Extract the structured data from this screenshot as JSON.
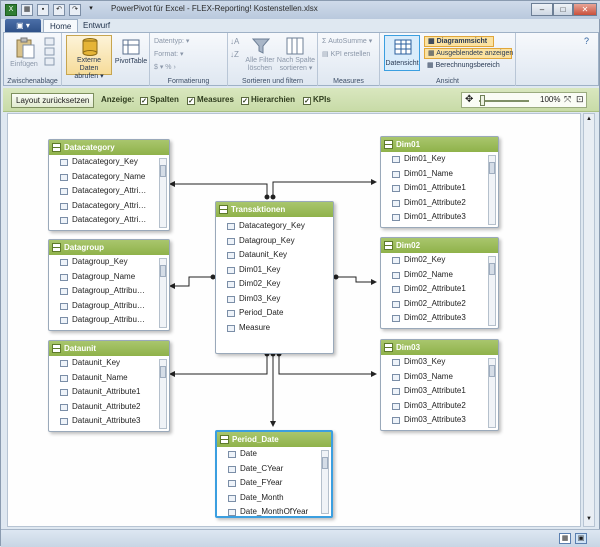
{
  "window": {
    "title": "PowerPivot für Excel - FLEX-Reporting! Kostenstellen.xlsx",
    "btn_min": "–",
    "btn_max": "□",
    "btn_close": "✕"
  },
  "tabs": {
    "file": "▣ ▾",
    "home": "Home",
    "design": "Entwurf"
  },
  "ribbon": {
    "paste": "Einfügen",
    "clipboard_group": "Zwischenablage",
    "external_data": "Externe Daten abrufen ▾",
    "pivottable": "PivotTable",
    "datatype": "Datentyp: ▾",
    "format": "Format: ▾",
    "numfmt": "$ ▾ %  ›",
    "formatting_group": "Formatierung",
    "clear_filters": "Alle Filter löschen",
    "sort_column": "Nach Spalte sortieren ▾",
    "sort_group": "Sortieren und filtern",
    "autosum": "AutoSumme ▾",
    "kpi": "KPI erstellen",
    "measures_group": "Measures",
    "data_view": "Datensicht",
    "diagram_view": "Diagrammsicht",
    "show_hidden": "Ausgeblendete anzeigen",
    "calc_area": "Berechnungsbereich",
    "view_group": "Ansicht"
  },
  "toolbar": {
    "reset": "Layout zurücksetzen",
    "show_label": "Anzeige:",
    "columns": "Spalten",
    "measures": "Measures",
    "hierarchies": "Hierarchien",
    "kpis": "KPIs",
    "check": "✓",
    "zoom": "100%"
  },
  "tables": {
    "datacategory": {
      "name": "Datacategory",
      "fields": [
        "Datacategory_Key",
        "Datacategory_Name",
        "Datacategory_Attri…",
        "Datacategory_Attri…",
        "Datacategory_Attri…"
      ]
    },
    "datagroup": {
      "name": "Datagroup",
      "fields": [
        "Datagroup_Key",
        "Datagroup_Name",
        "Datagroup_Attribu…",
        "Datagroup_Attribu…",
        "Datagroup_Attribu…"
      ]
    },
    "dataunit": {
      "name": "Dataunit",
      "fields": [
        "Dataunit_Key",
        "Dataunit_Name",
        "Dataunit_Attribute1",
        "Dataunit_Attribute2",
        "Dataunit_Attribute3"
      ]
    },
    "transaktionen": {
      "name": "Transaktionen",
      "fields": [
        "Datacategory_Key",
        "Datagroup_Key",
        "Dataunit_Key",
        "Dim01_Key",
        "Dim02_Key",
        "Dim03_Key",
        "Period_Date",
        "Measure"
      ]
    },
    "dim01": {
      "name": "Dim01",
      "fields": [
        "Dim01_Key",
        "Dim01_Name",
        "Dim01_Attribute1",
        "Dim01_Attribute2",
        "Dim01_Attribute3"
      ]
    },
    "dim02": {
      "name": "Dim02",
      "fields": [
        "Dim02_Key",
        "Dim02_Name",
        "Dim02_Attribute1",
        "Dim02_Attribute2",
        "Dim02_Attribute3"
      ]
    },
    "dim03": {
      "name": "Dim03",
      "fields": [
        "Dim03_Key",
        "Dim03_Name",
        "Dim03_Attribute1",
        "Dim03_Attribute2",
        "Dim03_Attribute3"
      ]
    },
    "period_date": {
      "name": "Period_Date",
      "fields": [
        "Date",
        "Date_CYear",
        "Date_FYear",
        "Date_Month",
        "Date_MonthOfYear"
      ]
    }
  }
}
